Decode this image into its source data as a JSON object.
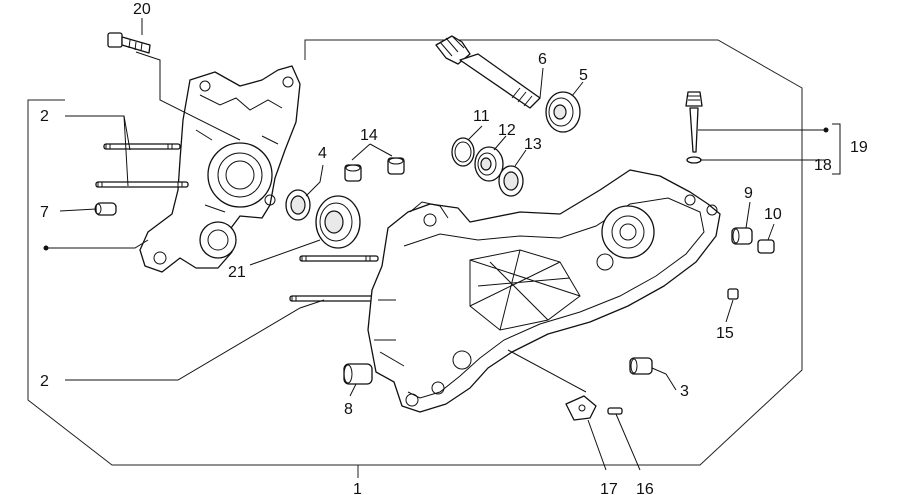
{
  "diagram": {
    "callouts": [
      "20",
      "2",
      "7",
      "4",
      "21",
      "14",
      "11",
      "12",
      "13",
      "6",
      "5",
      "19",
      "18",
      "9",
      "10",
      "15",
      "3",
      "8",
      "2",
      "1",
      "17",
      "16"
    ]
  }
}
